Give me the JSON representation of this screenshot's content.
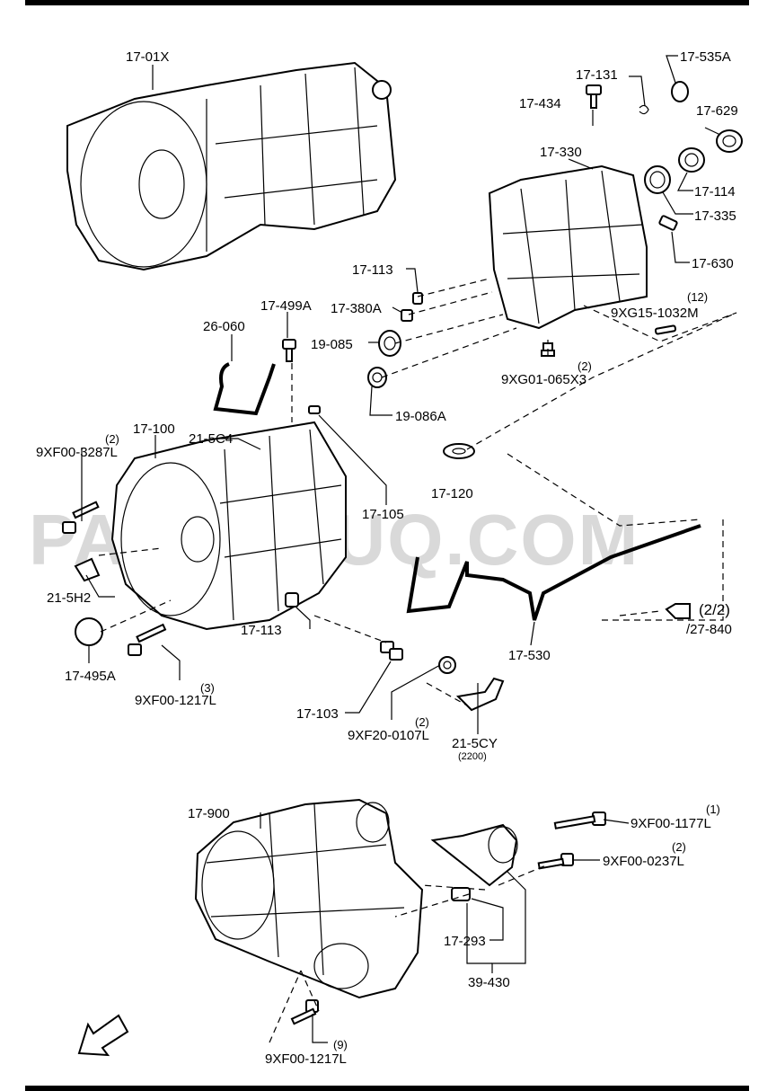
{
  "watermark": "PARTSOUQ.COM",
  "labels": {
    "l_17_01x": "17-01X",
    "l_17_131": "17-131",
    "l_17_535a": "17-535A",
    "l_17_434": "17-434",
    "l_17_629": "17-629",
    "l_17_330": "17-330",
    "l_17_114": "17-114",
    "l_17_335": "17-335",
    "l_17_630": "17-630",
    "l_17_113a": "17-113",
    "l_17_380a": "17-380A",
    "l_9xg15": "9XG15-1032M",
    "q_9xg15": "(12)",
    "l_17_499a": "17-499A",
    "l_26_060": "26-060",
    "l_19_085": "19-085",
    "l_9xg01": "9XG01-065X3",
    "q_9xg01": "(2)",
    "l_19_086a": "19-086A",
    "l_17_100": "17-100",
    "l_21_5c4": "21-5C4",
    "l_9xf00_3287": "9XF00-3287L",
    "q_9xf00_3287": "(2)",
    "l_17_120": "17-120",
    "l_17_105": "17-105",
    "l_21_5h2": "21-5H2",
    "l_17_113b": "17-113",
    "l_17_495a": "17-495A",
    "l_9xf00_1217a": "9XF00-1217L",
    "q_9xf00_1217a": "(3)",
    "l_17_530": "17-530",
    "l_ref_22": "(2/2)",
    "l_ref_27": "/27-840",
    "l_17_103": "17-103",
    "l_9xf20": "9XF20-0107L",
    "q_9xf20": "(2)",
    "l_21_5cy": "21-5CY",
    "q_21_5cy": "(2200)",
    "l_17_900": "17-900",
    "l_9xf00_1177": "9XF00-1177L",
    "q_9xf00_1177": "(1)",
    "l_9xf00_0237": "9XF00-0237L",
    "q_9xf00_0237": "(2)",
    "l_17_293": "17-293",
    "l_39_430": "39-430",
    "l_9xf00_1217b": "9XF00-1217L",
    "q_9xf00_1217b": "(9)",
    "fwd": "FWD"
  }
}
